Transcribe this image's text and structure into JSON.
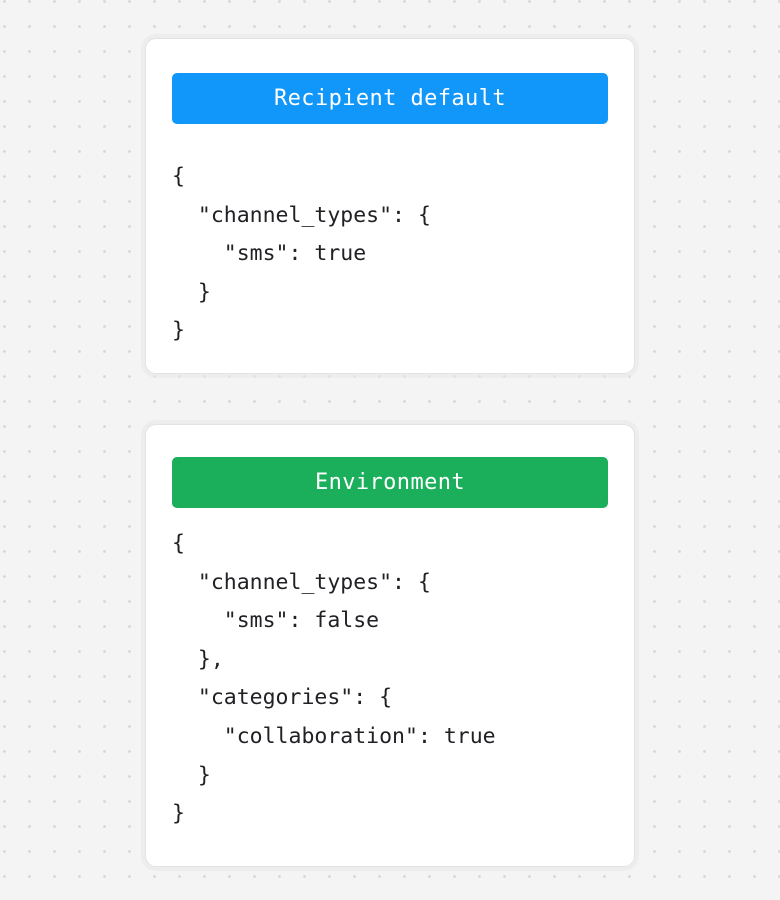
{
  "page": {
    "background_color": "#f4f4f4",
    "dot_color": "#d4d4d6",
    "card_background": "#ffffff",
    "card_border_color": "#e3e3e4",
    "body_text_color": "#212125"
  },
  "cards": [
    {
      "id": "recipient-default",
      "header": {
        "label": "Recipient default",
        "background_color": "#1196fa",
        "text_color": "#ffffff"
      },
      "body": "{\n  \"channel_types\": {\n    \"sms\": true\n  }\n}",
      "json": {
        "channel_types": {
          "sms": true
        }
      }
    },
    {
      "id": "environment",
      "header": {
        "label": "Environment",
        "background_color": "#1bae5b",
        "text_color": "#ffffff"
      },
      "body": "{\n  \"channel_types\": {\n    \"sms\": false\n  },\n  \"categories\": {\n    \"collaboration\": true\n  }\n}",
      "json": {
        "channel_types": {
          "sms": false
        },
        "categories": {
          "collaboration": true
        }
      }
    }
  ]
}
